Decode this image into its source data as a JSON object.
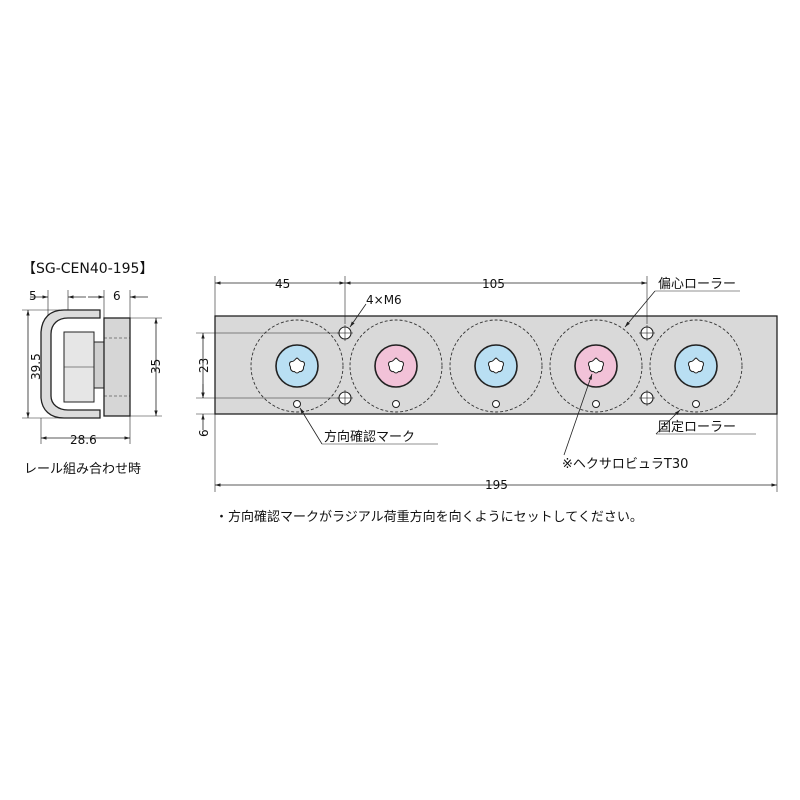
{
  "title": "【SG-CEN40-195】",
  "side_view": {
    "dim_left_top": "5",
    "dim_right_top": "6",
    "dim_height_outer": "39.5",
    "dim_height_inner": "35",
    "dim_width": "28.6",
    "caption": "レール組み合わせ時"
  },
  "plan_view": {
    "dim_45": "45",
    "dim_105": "105",
    "dim_195": "195",
    "dim_23": "23",
    "dim_6": "6",
    "label_holes": "4×M6",
    "label_eccentric": "偏心ローラー",
    "label_fixed": "固定ローラー",
    "label_mark": "方向確認マーク",
    "label_driver": "※ヘクサロビュラT30"
  },
  "note": "・方向確認マークがラジアル荷重方向を向くようにセットしてください。",
  "colors": {
    "plate": "#d9d9d9",
    "fixed_roller": "#b9dff3",
    "eccentric_roller": "#f2c2d8",
    "outline": "#222222"
  }
}
